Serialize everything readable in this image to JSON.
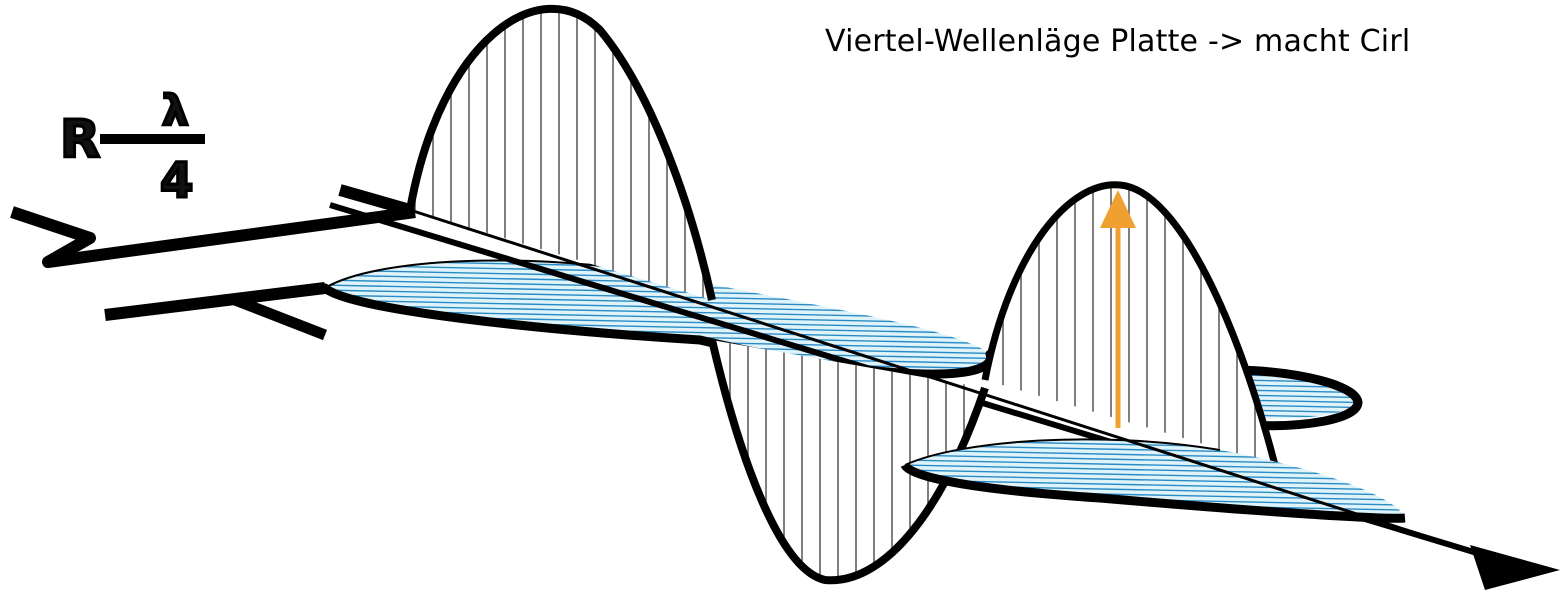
{
  "caption": "Viertel-Wellenläge Platte -> macht Cirl",
  "formula": {
    "lhs": "R",
    "numerator": "λ",
    "denominator": "4"
  },
  "colors": {
    "outline": "#000000",
    "vertical_hatch": "#555555",
    "horizontal_fill": "#dff3fb",
    "horizontal_hatch": "#2a8bc4",
    "arrow": "#f0a030",
    "background": "#ffffff"
  }
}
